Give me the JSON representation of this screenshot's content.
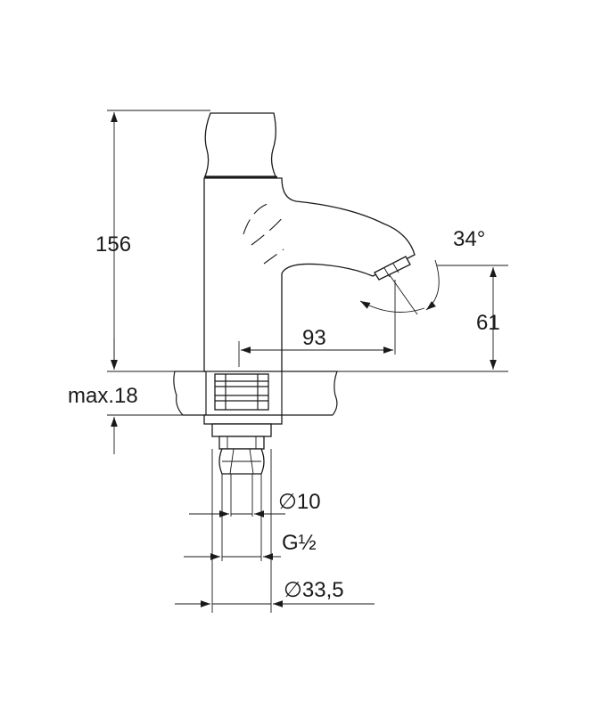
{
  "dimensions": {
    "height": "156",
    "spout_angle": "34°",
    "spout_reach": "93",
    "outlet_height": "61",
    "max_counter_thickness": "max.18",
    "inner_diameter": "∅10",
    "thread": "G½",
    "base_diameter": "∅33,5"
  },
  "colors": {
    "line": "#1a1a1a",
    "background": "#ffffff"
  }
}
